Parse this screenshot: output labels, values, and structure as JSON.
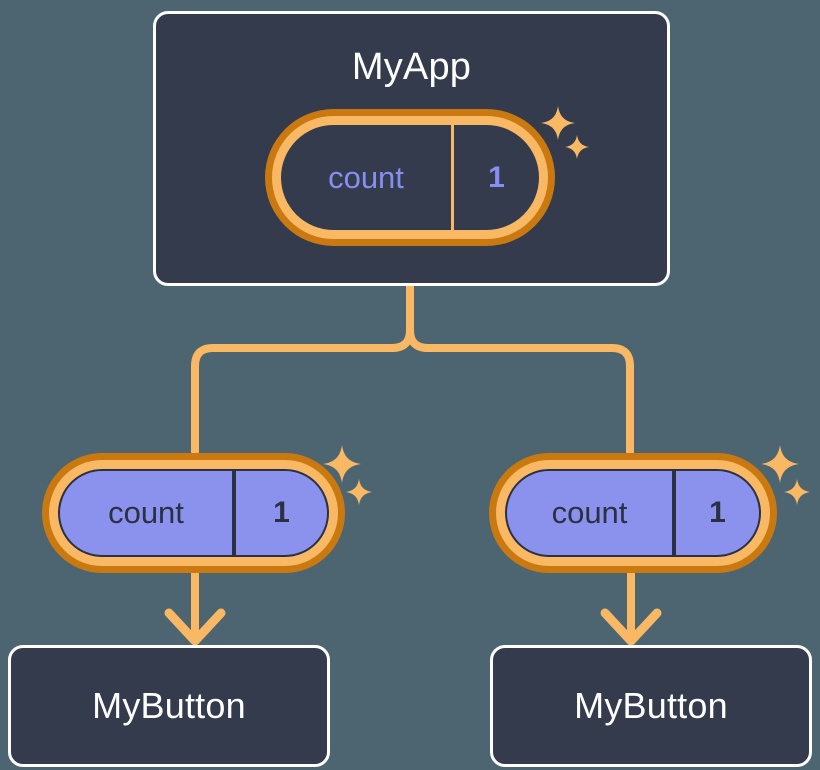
{
  "diagram": {
    "type": "react-component-tree-state-propagation",
    "background_color": "#4c6571",
    "accent_color": "#f8b864",
    "accent_dark_color": "#c9790f",
    "box_fill_color": "#333b4d",
    "pill_fill_color": "#8b92ee",
    "text_light_color": "#ffffff",
    "state_text_color_dark_pill": "#878ef2",
    "state_text_color_light_pill": "#2b3142"
  },
  "root": {
    "title": "MyApp",
    "state": {
      "key": "count",
      "value": "1"
    },
    "sparkles": [
      "sparkle-large-icon",
      "sparkle-small-icon"
    ]
  },
  "children": [
    {
      "state": {
        "key": "count",
        "value": "1"
      },
      "title": "MyButton",
      "sparkles": [
        "sparkle-large-icon",
        "sparkle-small-icon"
      ]
    },
    {
      "state": {
        "key": "count",
        "value": "1"
      },
      "title": "MyButton",
      "sparkles": [
        "sparkle-large-icon",
        "sparkle-small-icon"
      ]
    }
  ]
}
